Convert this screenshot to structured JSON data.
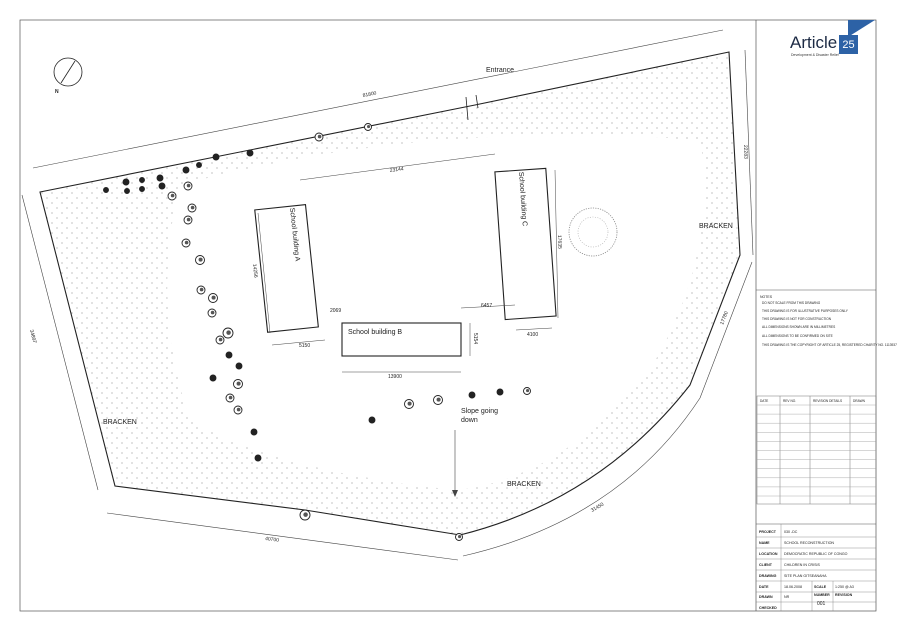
{
  "drawing": {
    "entrance": "Entrance",
    "north": "N",
    "buildings": {
      "a": "School building A",
      "b": "School building B",
      "c": "School building C"
    },
    "bracken_labels": [
      "BRACKEN",
      "BRACKEN",
      "BRACKEN"
    ],
    "slope": [
      "Slope going",
      "down"
    ],
    "dimensions": {
      "top_boundary": "81800",
      "right_top": "22283",
      "right_mid": "17780",
      "right_curve": "31450",
      "bottom": "40700",
      "left": "34897",
      "a_to_c": "23144",
      "a_height": "14256",
      "a_width": "5150",
      "a_to_b": "2069",
      "b_to_c": "6457",
      "b_width": "13900",
      "b_height": "5154",
      "c_height": "17635",
      "c_width": "4100"
    }
  },
  "logo": {
    "name": "Article",
    "number": "25",
    "tagline": "Development & Disaster Relief"
  },
  "notes": {
    "heading": "NOTES",
    "lines": [
      "DO NOT SCALE FROM THIS DRAWING",
      "THIS DRAWING IS FOR ILLUSTRATIVE PURPOSES ONLY",
      "THIS DRAWING IS NOT FOR CONSTRUCTION",
      "ALL DIMENSIONS SHOWN ARE IN MILLIMETRES",
      "ALL DIMENSIONS TO BE CONFIRMED ON SITE",
      "THIS DRAWING IS THE COPYRIGHT OF ARTICLE 25, REGISTERED CHARITY NO. 1113937"
    ]
  },
  "revision_table": {
    "headers": [
      "DATE",
      "REV NO.",
      "REVISION DETAILS",
      "DRAWN"
    ]
  },
  "title_block": {
    "project_label": "PROJECT",
    "project": "030 -DC",
    "name_label": "NAME",
    "name": "SCHOOL RECONSTRUCTION",
    "location_label": "LOCATION",
    "location": "DEMOCRATIC REPUBLIC OF CONGO",
    "client_label": "CLIENT",
    "client": "CHILDREN IN CRISIS",
    "drawing_label": "DRAWING",
    "drawing": "SITE PLAN GITSEANAHA",
    "date_label": "DATE",
    "date": "18.06.2008",
    "scale_label": "SCALE",
    "scale": "1:250 @ A3",
    "drawn_label": "DRAWN",
    "drawn": "NR",
    "number_label": "NUMBER",
    "number": "001",
    "revision_label": "REVISION",
    "revision": "",
    "checked_label": "CHECKED",
    "checked": ""
  }
}
